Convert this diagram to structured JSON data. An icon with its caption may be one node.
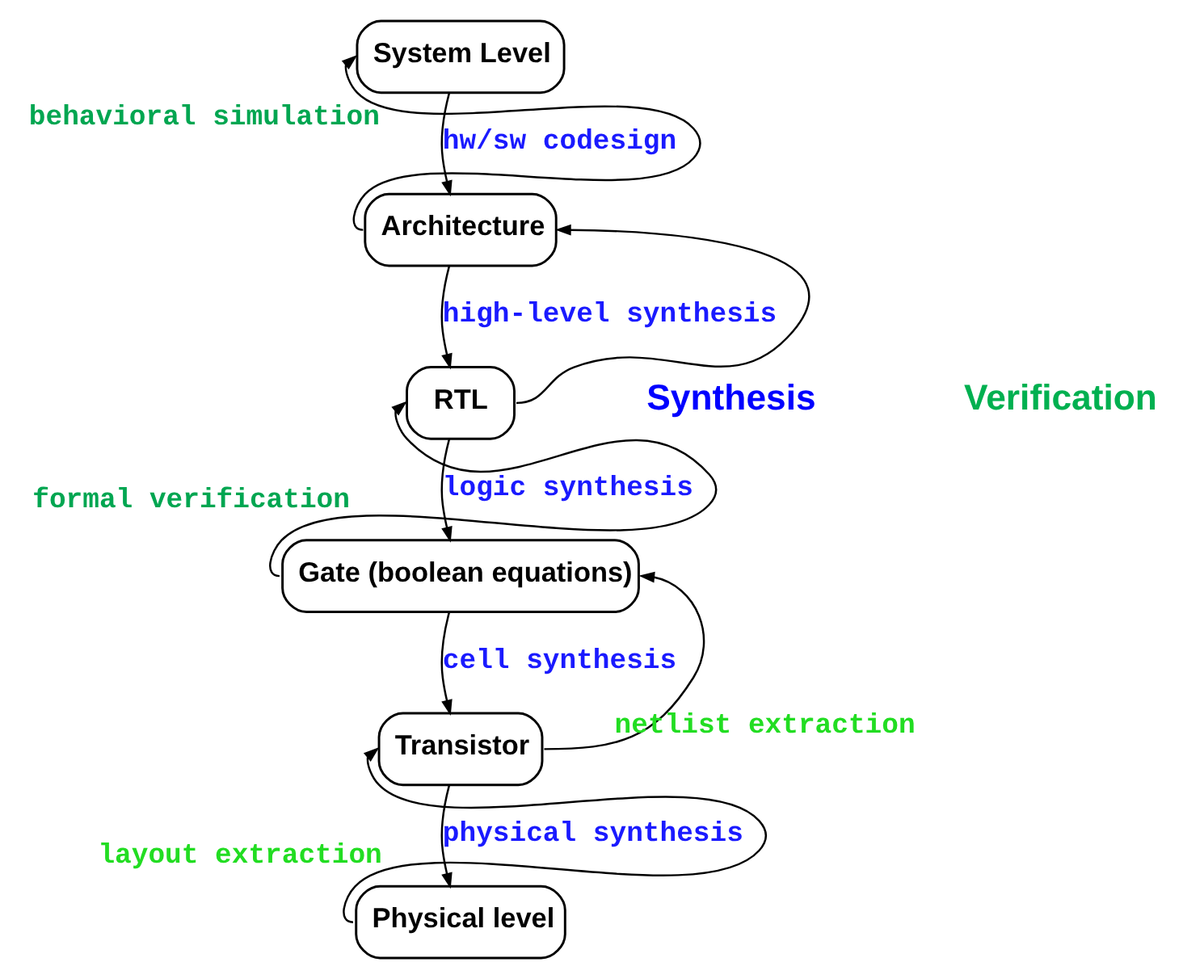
{
  "diagram": {
    "nodes": [
      {
        "text": [
          "System Level"
        ]
      },
      {
        "text": [
          "Architecture"
        ]
      },
      {
        "text": [
          "RTL"
        ]
      },
      {
        "text": [
          "Gate (boolean equations)"
        ]
      },
      {
        "text": [
          "Transistor"
        ]
      },
      {
        "text": [
          "Physical level"
        ]
      }
    ],
    "edges": [
      {
        "from": 0,
        "to": 1,
        "arrow": "to",
        "label": "hw/sw codesign"
      },
      {
        "from": 1,
        "to": 0,
        "arrow": "to",
        "label": "behavioral simulation"
      },
      {
        "from": 1,
        "to": 2,
        "arrow": "to",
        "label": "high-level synthesis"
      },
      {
        "from": 2,
        "to": 1,
        "arrow": "to"
      },
      {
        "from": 2,
        "to": 3,
        "arrow": "to",
        "label": "logic synthesis"
      },
      {
        "from": 3,
        "to": 2,
        "arrow": "to",
        "label": "formal verification"
      },
      {
        "from": 3,
        "to": 4,
        "arrow": "to",
        "label": "cell synthesis"
      },
      {
        "from": 4,
        "to": 3,
        "arrow": "to",
        "label": "netlist extraction"
      },
      {
        "from": 4,
        "to": 5,
        "arrow": "to",
        "label": "physical synthesis"
      },
      {
        "from": 5,
        "to": 4,
        "arrow": "to",
        "label": "layout extraction"
      }
    ],
    "labels": [
      "Synthesis",
      "Verification"
    ]
  }
}
